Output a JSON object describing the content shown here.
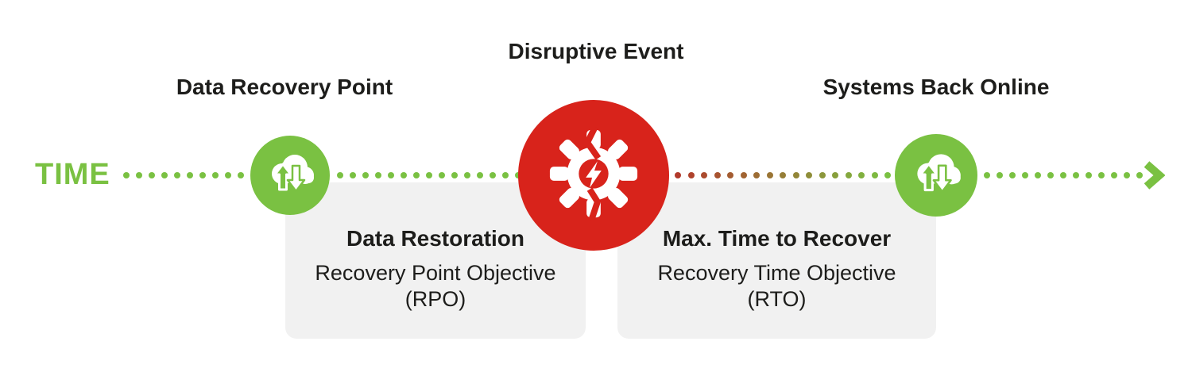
{
  "colors": {
    "green": "#7ac142",
    "red": "#d8231b",
    "dot_red": "#b23a2b",
    "text": "#1d1d1b",
    "box_bg": "#f1f1f1"
  },
  "timeline": {
    "label": "TIME",
    "arrow_icon": "chevron-right-icon",
    "segments": [
      {
        "name": "before-recovery-point",
        "dots": 10,
        "from": "green",
        "to": "green"
      },
      {
        "name": "recovery-point-to-event",
        "dots": 15,
        "from": "green",
        "to": "green"
      },
      {
        "name": "event-to-back-online",
        "dots": 17,
        "from": "dot_red",
        "to": "green"
      },
      {
        "name": "after-back-online",
        "dots": 13,
        "from": "green",
        "to": "green"
      }
    ]
  },
  "milestones": {
    "recovery_point": {
      "label": "Data Recovery Point",
      "icon": "cloud-sync-icon"
    },
    "disruptive_event": {
      "label": "Disruptive Event",
      "icon": "broken-gear-lightning-icon"
    },
    "back_online": {
      "label": "Systems Back Online",
      "icon": "cloud-sync-icon"
    }
  },
  "boxes": {
    "rpo": {
      "title": "Data Restoration",
      "subtitle_line1": "Recovery Point Objective",
      "subtitle_line2": "(RPO)"
    },
    "rto": {
      "title": "Max. Time to Recover",
      "subtitle_line1": "Recovery Time Objective",
      "subtitle_line2": "(RTO)"
    }
  }
}
